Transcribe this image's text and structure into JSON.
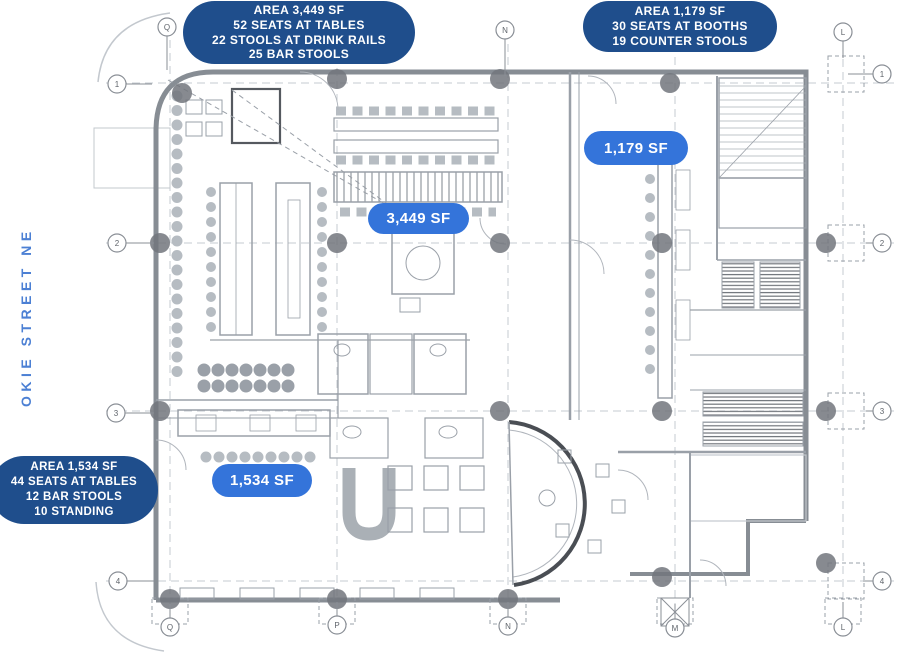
{
  "street": {
    "name": "OKIE STREET NE"
  },
  "zones": {
    "dining": {
      "banner_lines": [
        "AREA 3,449 SF",
        "52 SEATS AT TABLES",
        "22 STOOLS AT DRINK RAILS",
        "25 BAR STOOLS"
      ],
      "pill": "3,449 SF"
    },
    "counter": {
      "banner_lines": [
        "AREA 1,179 SF",
        "30 SEATS AT BOOTHS",
        "19 COUNTER STOOLS"
      ],
      "pill": "1,179 SF"
    },
    "lounge": {
      "banner_lines": [
        "AREA 1,534 SF",
        "44 SEATS AT TABLES",
        "12 BAR STOOLS",
        "10 STANDING"
      ],
      "pill": "1,534 SF"
    }
  },
  "grid": {
    "top": [
      {
        "label": "Q"
      },
      {
        "label": "N"
      },
      {
        "label": "L"
      }
    ],
    "bottom": [
      {
        "label": "Q"
      },
      {
        "label": "P"
      },
      {
        "label": "N"
      },
      {
        "label": "M"
      },
      {
        "label": "L"
      }
    ],
    "left": [
      {
        "label": "1"
      },
      {
        "label": "2"
      },
      {
        "label": "3"
      },
      {
        "label": "4"
      }
    ],
    "right": [
      {
        "label": "1"
      },
      {
        "label": "2"
      },
      {
        "label": "3"
      },
      {
        "label": "4"
      }
    ]
  },
  "colors": {
    "banner_navy": "#1f4e8c",
    "pill_blue": "#3474da",
    "street_blue": "#4c80d4"
  }
}
